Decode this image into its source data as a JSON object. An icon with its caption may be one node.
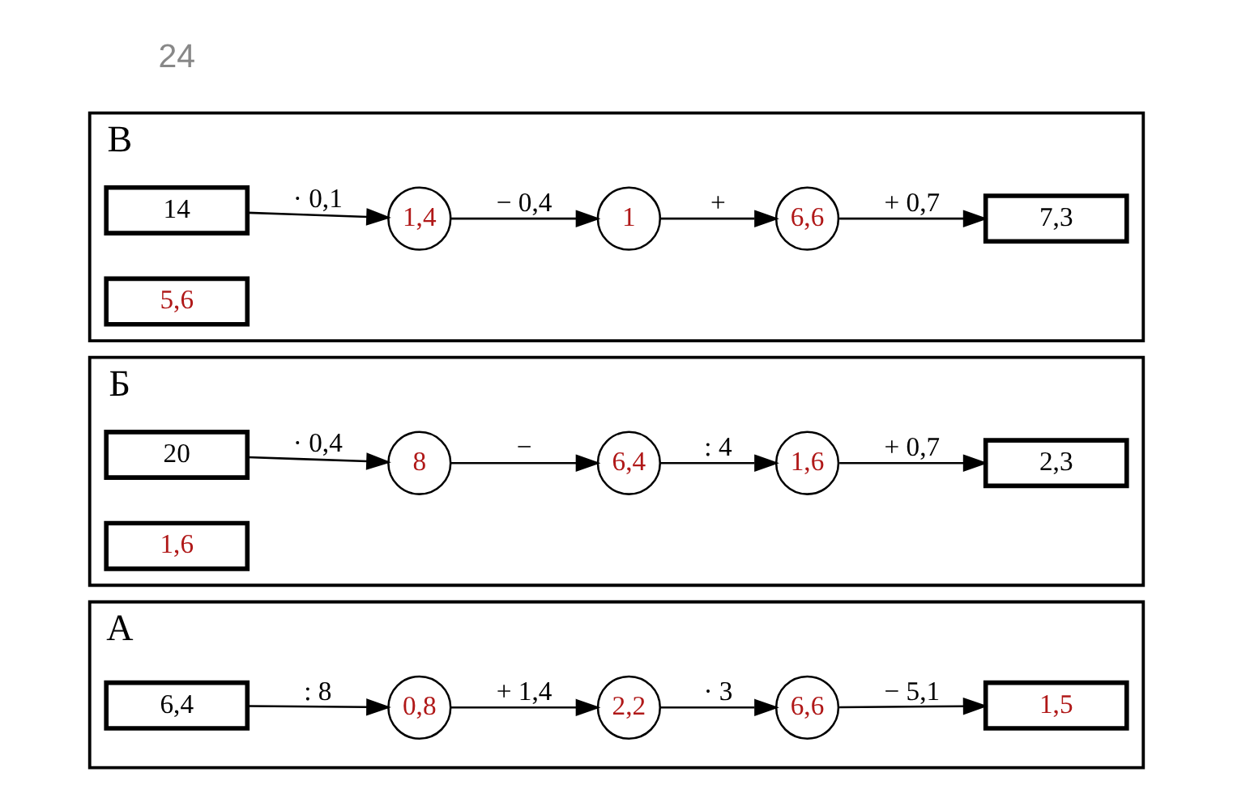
{
  "diagram": {
    "nodes": [
      {
        "text": [
          "А"
        ]
      },
      {
        "text": [
          "6,4"
        ],
        "in": 0
      },
      {
        "text": [
          "0,8"
        ],
        "in": 0
      },
      {
        "text": [
          "2,2"
        ],
        "in": 0
      },
      {
        "text": [
          "6,6"
        ],
        "in": 0
      },
      {
        "text": [
          "1,5"
        ],
        "in": 0
      },
      {
        "text": [
          "Б"
        ]
      },
      {
        "text": [
          "20"
        ],
        "in": 6
      },
      {
        "text": [
          "8"
        ],
        "in": 6
      },
      {
        "text": [
          "1,6"
        ],
        "in": 6
      },
      {
        "text": [
          "6,4"
        ],
        "in": 6
      },
      {
        "text": [
          "1,6"
        ],
        "in": 6
      },
      {
        "text": [
          "2,3"
        ],
        "in": 6
      },
      {
        "text": [
          "В"
        ]
      },
      {
        "text": [
          "14"
        ],
        "in": 13
      },
      {
        "text": [
          "1,4"
        ],
        "in": 13
      },
      {
        "text": [
          "1"
        ],
        "in": 13
      },
      {
        "text": [
          "5,6"
        ],
        "in": 13
      },
      {
        "text": [
          "6,6"
        ],
        "in": 13
      },
      {
        "text": [
          "7,3"
        ],
        "in": 13
      }
    ],
    "edges": [
      {
        "from": 1,
        "to": 2,
        "arrow": "to",
        "label": ": 8"
      },
      {
        "from": 2,
        "to": 3,
        "arrow": "to",
        "label": "+ 1,4"
      },
      {
        "from": 3,
        "to": 4,
        "arrow": "to",
        "label": "· 3"
      },
      {
        "from": 4,
        "to": 5,
        "arrow": "to",
        "label": "− 5,1"
      },
      {
        "from": 7,
        "to": 8,
        "arrow": "to",
        "label": "· 0,4"
      },
      {
        "from": 8,
        "to": 10,
        "arrow": "to",
        "label": "−"
      },
      {
        "from": 10,
        "to": 11,
        "arrow": "to",
        "label": ": 4"
      },
      {
        "from": 11,
        "to": 12,
        "arrow": "to",
        "label": "+ 0,7"
      },
      {
        "from": 14,
        "to": 15,
        "arrow": "to",
        "label": "· 0,1"
      },
      {
        "from": 15,
        "to": 16,
        "arrow": "to",
        "label": "− 0,4"
      },
      {
        "from": 16,
        "to": 18,
        "arrow": "to",
        "label": "+"
      },
      {
        "from": 18,
        "to": 19,
        "arrow": "to",
        "label": "+ 0,7"
      }
    ],
    "labels": [
      "24"
    ]
  }
}
